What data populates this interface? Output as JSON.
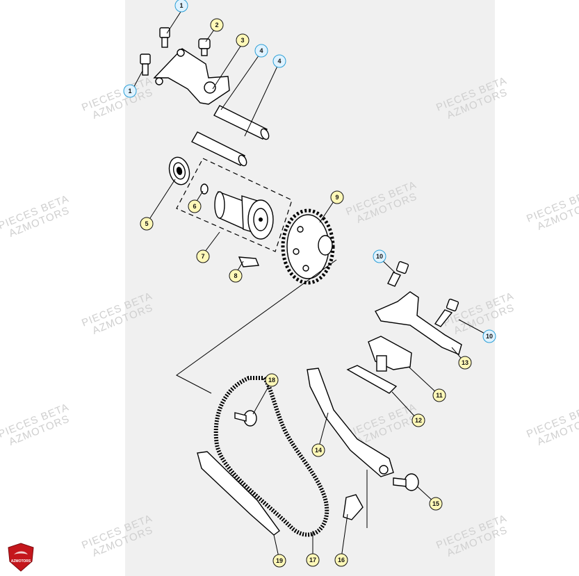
{
  "callouts": [
    {
      "num": "1",
      "style": "blue"
    },
    {
      "num": "1",
      "style": "blue"
    },
    {
      "num": "2",
      "style": "yellow"
    },
    {
      "num": "3",
      "style": "yellow"
    },
    {
      "num": "4",
      "style": "blue"
    },
    {
      "num": "4",
      "style": "blue"
    },
    {
      "num": "5",
      "style": "yellow"
    },
    {
      "num": "6",
      "style": "yellow"
    },
    {
      "num": "7",
      "style": "yellow"
    },
    {
      "num": "8",
      "style": "yellow"
    },
    {
      "num": "9",
      "style": "yellow"
    },
    {
      "num": "10",
      "style": "blue"
    },
    {
      "num": "10",
      "style": "blue"
    },
    {
      "num": "11",
      "style": "yellow"
    },
    {
      "num": "12",
      "style": "yellow"
    },
    {
      "num": "13",
      "style": "yellow"
    },
    {
      "num": "14",
      "style": "yellow"
    },
    {
      "num": "15",
      "style": "yellow"
    },
    {
      "num": "16",
      "style": "yellow"
    },
    {
      "num": "17",
      "style": "yellow"
    },
    {
      "num": "18",
      "style": "yellow"
    },
    {
      "num": "19",
      "style": "yellow"
    }
  ],
  "watermark": {
    "line1": "PIECES BETA",
    "line2": "AZMOTORS"
  },
  "logo_text": "AZMOTORS",
  "colors": {
    "panel": "#f0f0f0",
    "callout_yellow": "#fff8b8",
    "callout_blue": "#dff2ff",
    "callout_blue_stroke": "#2a9fd6",
    "callout_yellow_stroke": "#111111",
    "logo_red": "#c4161c"
  }
}
